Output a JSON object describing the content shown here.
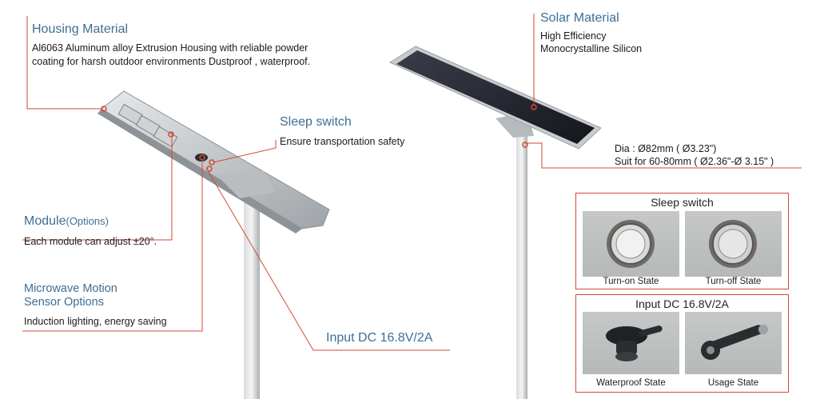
{
  "housing": {
    "title": "Housing Material",
    "line1": "Al6063 Aluminum alloy Extrusion Housing with reliable powder",
    "line2": "coating for harsh outdoor environments Dustproof , waterproof."
  },
  "solar": {
    "title": "Solar  Material",
    "line1": "High Efficiency",
    "line2": "Monocrystalline Silicon"
  },
  "sleep": {
    "title": "Sleep switch",
    "desc": "Ensure transportation safety"
  },
  "pole": {
    "line1": "Dia : Ø82mm ( Ø3.23\")",
    "line2": "Suit for 60-80mm ( Ø2.36\"-Ø 3.15\" )"
  },
  "module": {
    "title": "Module",
    "title_small": "(Options)",
    "desc": "Each module can adjust  ±20°."
  },
  "microwave": {
    "title1": "Microwave Motion",
    "title2": "Sensor Options",
    "desc": "Induction lighting, energy saving"
  },
  "input_callout": "Input DC 16.8V/2A",
  "panel_sleep": {
    "title": "Sleep switch",
    "left_caption": "Turn-on State",
    "right_caption": "Turn-off State"
  },
  "panel_input": {
    "title": "Input DC 16.8V/2A",
    "left_caption": "Waterproof State",
    "right_caption": "Usage State"
  },
  "colors": {
    "accent_line": "#d24a32",
    "title_blue": "#3d6e94"
  }
}
